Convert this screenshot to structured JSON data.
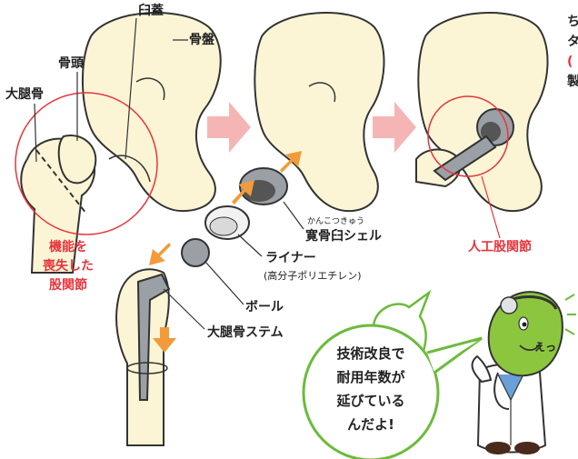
{
  "labels": {
    "acetabulum": "臼蓋",
    "pelvis": "骨盤",
    "femoral_head": "骨頭",
    "femur": "大腿骨",
    "lost_function_1": "機能を",
    "lost_function_2": "喪失した",
    "lost_function_3": "股関節",
    "shell_ruby": "かんこつきゅう",
    "shell": "寛骨臼シェル",
    "liner": "ライナー",
    "liner_sub": "(高分子ポリエチレン)",
    "ball": "ボール",
    "stem": "大腿骨ステム",
    "artificial_joint": "人工股関節"
  },
  "speech": {
    "line1": "技術改良で",
    "line2": "耐用年数が",
    "line3": "延びている",
    "line4": "んだよ!"
  },
  "mascot_badge": "えっ",
  "cropped_text": {
    "c1": "ち",
    "c2": "タ",
    "c3": "(",
    "c4": "製"
  },
  "colors": {
    "bone_fill": "#fbf5d6",
    "outline": "#333333",
    "accent_red": "#e8343c",
    "arrow_pink": "#f6b5b5",
    "arrow_orange": "#f19b3a",
    "mascot_green": "#8cc63f",
    "bubble_border": "#6cbb3c"
  }
}
